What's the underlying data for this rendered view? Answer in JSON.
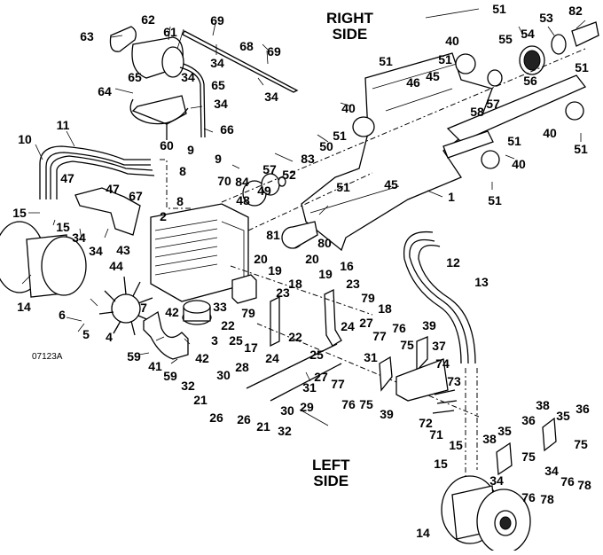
{
  "diagram": {
    "type": "exploded parts diagram",
    "side_labels": {
      "right": {
        "line1": "RIGHT",
        "line2": "SIDE"
      },
      "left": {
        "line1": "LEFT",
        "line2": "SIDE"
      }
    },
    "figure_id": "07123A",
    "callouts": [
      {
        "id": "c63",
        "label": "63"
      },
      {
        "id": "c62",
        "label": "62"
      },
      {
        "id": "c61",
        "label": "61"
      },
      {
        "id": "c69a",
        "label": "69"
      },
      {
        "id": "c69b",
        "label": "69"
      },
      {
        "id": "c68",
        "label": "68"
      },
      {
        "id": "c34a",
        "label": "34"
      },
      {
        "id": "c34b",
        "label": "34"
      },
      {
        "id": "c34c",
        "label": "34"
      },
      {
        "id": "c34d",
        "label": "34"
      },
      {
        "id": "c65a",
        "label": "65"
      },
      {
        "id": "c65b",
        "label": "65"
      },
      {
        "id": "c64",
        "label": "64"
      },
      {
        "id": "c66",
        "label": "66"
      },
      {
        "id": "c60",
        "label": "60"
      },
      {
        "id": "c11",
        "label": "11"
      },
      {
        "id": "c10",
        "label": "10"
      },
      {
        "id": "c47a",
        "label": "47"
      },
      {
        "id": "c47b",
        "label": "47"
      },
      {
        "id": "c67",
        "label": "67"
      },
      {
        "id": "c15a",
        "label": "15"
      },
      {
        "id": "c15b",
        "label": "15"
      },
      {
        "id": "c34e",
        "label": "34"
      },
      {
        "id": "c34f",
        "label": "34"
      },
      {
        "id": "c9a",
        "label": "9"
      },
      {
        "id": "c9b",
        "label": "9"
      },
      {
        "id": "c8a",
        "label": "8"
      },
      {
        "id": "c8b",
        "label": "8"
      },
      {
        "id": "c70",
        "label": "70"
      },
      {
        "id": "c84",
        "label": "84"
      },
      {
        "id": "c2",
        "label": "2"
      },
      {
        "id": "c48",
        "label": "48"
      },
      {
        "id": "c49",
        "label": "49"
      },
      {
        "id": "c57a",
        "label": "57"
      },
      {
        "id": "c52",
        "label": "52"
      },
      {
        "id": "c81",
        "label": "81"
      },
      {
        "id": "c80",
        "label": "80"
      },
      {
        "id": "c83",
        "label": "83"
      },
      {
        "id": "c50",
        "label": "50"
      },
      {
        "id": "c51a",
        "label": "51"
      },
      {
        "id": "c45a",
        "label": "45"
      },
      {
        "id": "c51b",
        "label": "51"
      },
      {
        "id": "c1",
        "label": "1"
      },
      {
        "id": "c51c",
        "label": "51"
      },
      {
        "id": "c51d",
        "label": "51"
      },
      {
        "id": "c51e",
        "label": "51"
      },
      {
        "id": "c51f",
        "label": "51"
      },
      {
        "id": "c51g",
        "label": "51"
      },
      {
        "id": "c51h",
        "label": "51"
      },
      {
        "id": "c51i",
        "label": "51"
      },
      {
        "id": "c40a",
        "label": "40"
      },
      {
        "id": "c40b",
        "label": "40"
      },
      {
        "id": "c40c",
        "label": "40"
      },
      {
        "id": "c40d",
        "label": "40"
      },
      {
        "id": "c46",
        "label": "46"
      },
      {
        "id": "c45b",
        "label": "45"
      },
      {
        "id": "c55",
        "label": "55"
      },
      {
        "id": "c54",
        "label": "54"
      },
      {
        "id": "c53",
        "label": "53"
      },
      {
        "id": "c82",
        "label": "82"
      },
      {
        "id": "c56",
        "label": "56"
      },
      {
        "id": "c57b",
        "label": "57"
      },
      {
        "id": "c58",
        "label": "58"
      },
      {
        "id": "c14a",
        "label": "14"
      },
      {
        "id": "c43",
        "label": "43"
      },
      {
        "id": "c44",
        "label": "44"
      },
      {
        "id": "c7",
        "label": "7"
      },
      {
        "id": "c6",
        "label": "6"
      },
      {
        "id": "c5",
        "label": "5"
      },
      {
        "id": "c4",
        "label": "4"
      },
      {
        "id": "c42a",
        "label": "42"
      },
      {
        "id": "c42b",
        "label": "42"
      },
      {
        "id": "c3",
        "label": "3"
      },
      {
        "id": "c41",
        "label": "41"
      },
      {
        "id": "c59a",
        "label": "59"
      },
      {
        "id": "c59b",
        "label": "59"
      },
      {
        "id": "c33",
        "label": "33"
      },
      {
        "id": "c20a",
        "label": "20"
      },
      {
        "id": "c19a",
        "label": "19"
      },
      {
        "id": "c18a",
        "label": "18"
      },
      {
        "id": "c23a",
        "label": "23"
      },
      {
        "id": "c79a",
        "label": "79"
      },
      {
        "id": "c22a",
        "label": "22"
      },
      {
        "id": "c25a",
        "label": "25"
      },
      {
        "id": "c17",
        "label": "17"
      },
      {
        "id": "c24a",
        "label": "24"
      },
      {
        "id": "c22b",
        "label": "22"
      },
      {
        "id": "c20b",
        "label": "20"
      },
      {
        "id": "c19b",
        "label": "19"
      },
      {
        "id": "c16",
        "label": "16"
      },
      {
        "id": "c23b",
        "label": "23"
      },
      {
        "id": "c79b",
        "label": "79"
      },
      {
        "id": "c18b",
        "label": "18"
      },
      {
        "id": "c24b",
        "label": "24"
      },
      {
        "id": "c27a",
        "label": "27"
      },
      {
        "id": "c25b",
        "label": "25"
      },
      {
        "id": "c31a",
        "label": "31"
      },
      {
        "id": "c27b",
        "label": "27"
      },
      {
        "id": "c31b",
        "label": "31"
      },
      {
        "id": "c28",
        "label": "28"
      },
      {
        "id": "c30a",
        "label": "30"
      },
      {
        "id": "c32a",
        "label": "32"
      },
      {
        "id": "c21a",
        "label": "21"
      },
      {
        "id": "c26a",
        "label": "26"
      },
      {
        "id": "c29",
        "label": "29"
      },
      {
        "id": "c30b",
        "label": "30"
      },
      {
        "id": "c26b",
        "label": "26"
      },
      {
        "id": "c21b",
        "label": "21"
      },
      {
        "id": "c32b",
        "label": "32"
      },
      {
        "id": "c12",
        "label": "12"
      },
      {
        "id": "c13",
        "label": "13"
      },
      {
        "id": "c77a",
        "label": "77"
      },
      {
        "id": "c76a",
        "label": "76"
      },
      {
        "id": "c75a",
        "label": "75"
      },
      {
        "id": "c39a",
        "label": "39"
      },
      {
        "id": "c37",
        "label": "37"
      },
      {
        "id": "c74",
        "label": "74"
      },
      {
        "id": "c73",
        "label": "73"
      },
      {
        "id": "c77b",
        "label": "77"
      },
      {
        "id": "c76b",
        "label": "76"
      },
      {
        "id": "c75b",
        "label": "75"
      },
      {
        "id": "c39b",
        "label": "39"
      },
      {
        "id": "c72",
        "label": "72"
      },
      {
        "id": "c71",
        "label": "71"
      },
      {
        "id": "c38a",
        "label": "38"
      },
      {
        "id": "c35a",
        "label": "35"
      },
      {
        "id": "c36a",
        "label": "36"
      },
      {
        "id": "c38b",
        "label": "38"
      },
      {
        "id": "c35b",
        "label": "35"
      },
      {
        "id": "c36b",
        "label": "36"
      },
      {
        "id": "c15c",
        "label": "15"
      },
      {
        "id": "c15d",
        "label": "15"
      },
      {
        "id": "c34g",
        "label": "34"
      },
      {
        "id": "c34h",
        "label": "34"
      },
      {
        "id": "c75c",
        "label": "75"
      },
      {
        "id": "c75d",
        "label": "75"
      },
      {
        "id": "c76c",
        "label": "76"
      },
      {
        "id": "c76d",
        "label": "76"
      },
      {
        "id": "c78a",
        "label": "78"
      },
      {
        "id": "c78b",
        "label": "78"
      },
      {
        "id": "c14b",
        "label": "14"
      }
    ]
  }
}
